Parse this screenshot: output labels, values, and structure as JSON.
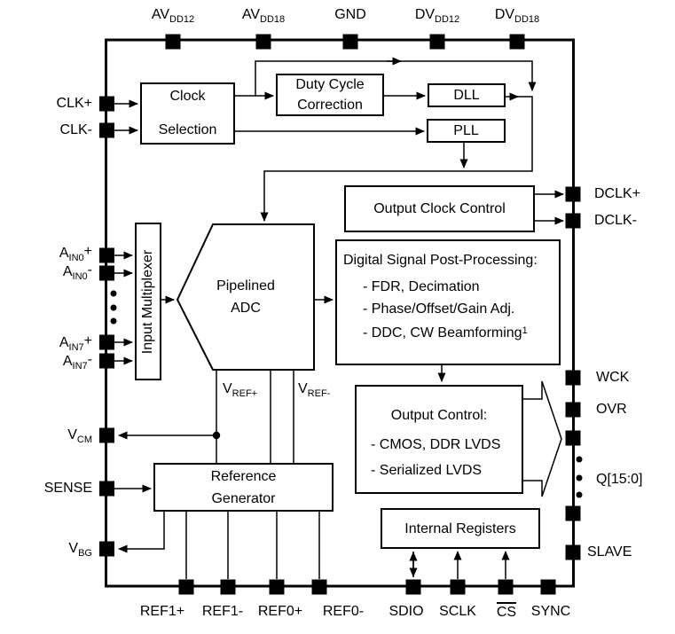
{
  "colors": {
    "line": "#000000",
    "background": "#ffffff"
  },
  "pins": {
    "top": [
      {
        "pre": "AV",
        "sub": "DD12"
      },
      {
        "pre": "AV",
        "sub": "DD18"
      },
      {
        "pre": "GND"
      },
      {
        "pre": "DV",
        "sub": "DD12"
      },
      {
        "pre": "DV",
        "sub": "DD18"
      }
    ],
    "left": [
      {
        "pre": "CLK+"
      },
      {
        "pre": "CLK-"
      },
      {
        "pre": "A",
        "sub": "IN0",
        "post": "+"
      },
      {
        "pre": "A",
        "sub": "IN0",
        "post": "-"
      },
      {
        "pre": "A",
        "sub": "IN7",
        "post": "+"
      },
      {
        "pre": "A",
        "sub": "IN7",
        "post": "-"
      },
      {
        "pre": "V",
        "sub": "CM"
      },
      {
        "pre": "SENSE"
      },
      {
        "pre": "V",
        "sub": "BG"
      }
    ],
    "right": [
      {
        "pre": "DCLK+"
      },
      {
        "pre": "DCLK-"
      },
      {
        "pre": "WCK"
      },
      {
        "pre": "OVR"
      },
      {
        "pre": "Q[15:0]"
      },
      {
        "pre": "SLAVE"
      }
    ],
    "bottom": [
      {
        "pre": "REF1+"
      },
      {
        "pre": "REF1-"
      },
      {
        "pre": "REF0+"
      },
      {
        "pre": "REF0-"
      },
      {
        "pre": "SDIO"
      },
      {
        "pre": "SCLK"
      },
      {
        "pre": "CS"
      },
      {
        "pre": "SYNC"
      }
    ]
  },
  "blocks": {
    "clock_selection": {
      "line1": "Clock",
      "line2": "Selection"
    },
    "duty_cycle_correction": {
      "line1": "Duty Cycle",
      "line2": "Correction"
    },
    "dll": {
      "label": "DLL"
    },
    "pll": {
      "label": "PLL"
    },
    "output_clock_control": {
      "label": "Output Clock Control"
    },
    "input_multiplexer": {
      "label": "Input Multiplexer"
    },
    "pipelined_adc": {
      "line1": "Pipelined",
      "line2": "ADC"
    },
    "dspp": {
      "title": "Digital Signal Post-Processing:",
      "item1": "- FDR, Decimation",
      "item2": "- Phase/Offset/Gain Adj.",
      "item3": "- DDC, CW Beamforming",
      "item3_sup": "1"
    },
    "output_control": {
      "title": "Output Control:",
      "item1": "- CMOS, DDR LVDS",
      "item2": "- Serialized LVDS"
    },
    "internal_registers": {
      "label": "Internal Registers"
    },
    "reference_generator": {
      "line1": "Reference",
      "line2": "Generator"
    }
  },
  "net_labels": {
    "vref_plus": {
      "pre": "V",
      "sub": "REF+"
    },
    "vref_minus": {
      "pre": "V",
      "sub": "REF-"
    }
  }
}
